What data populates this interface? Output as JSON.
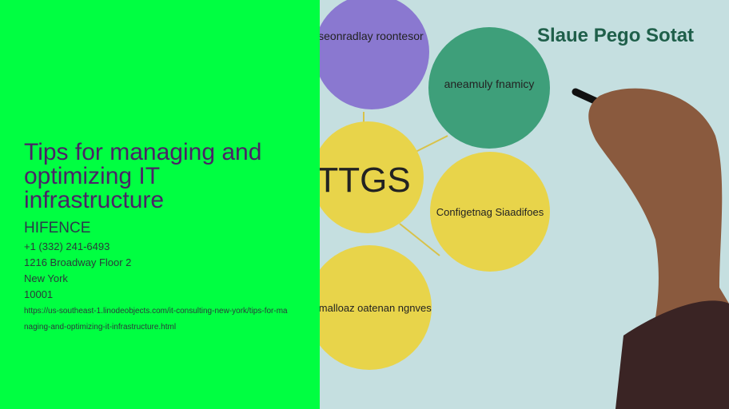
{
  "article": {
    "title": "Tips for managing and optimizing IT infrastructure",
    "company": "HIFENCE",
    "phone": "+1 (332) 241-6493",
    "address": "1216 Broadway Floor 2",
    "city": "New York",
    "zip": "10001",
    "url": "https://us-southeast-1.linodeobjects.com/it-consulting-new-york/tips-for-managing-and-optimizing-it-infrastructure.html"
  },
  "image": {
    "heading": "Slaue Pego Sotat",
    "circles": [
      "aseonradlay roontesor",
      "aneamuly fnamicy",
      "TTGS",
      "Configetnag Siaadifoes",
      "oemalloaz oatenan ngnves"
    ]
  },
  "colors": {
    "left_bg": "#00ff41",
    "title": "#4b2367"
  }
}
